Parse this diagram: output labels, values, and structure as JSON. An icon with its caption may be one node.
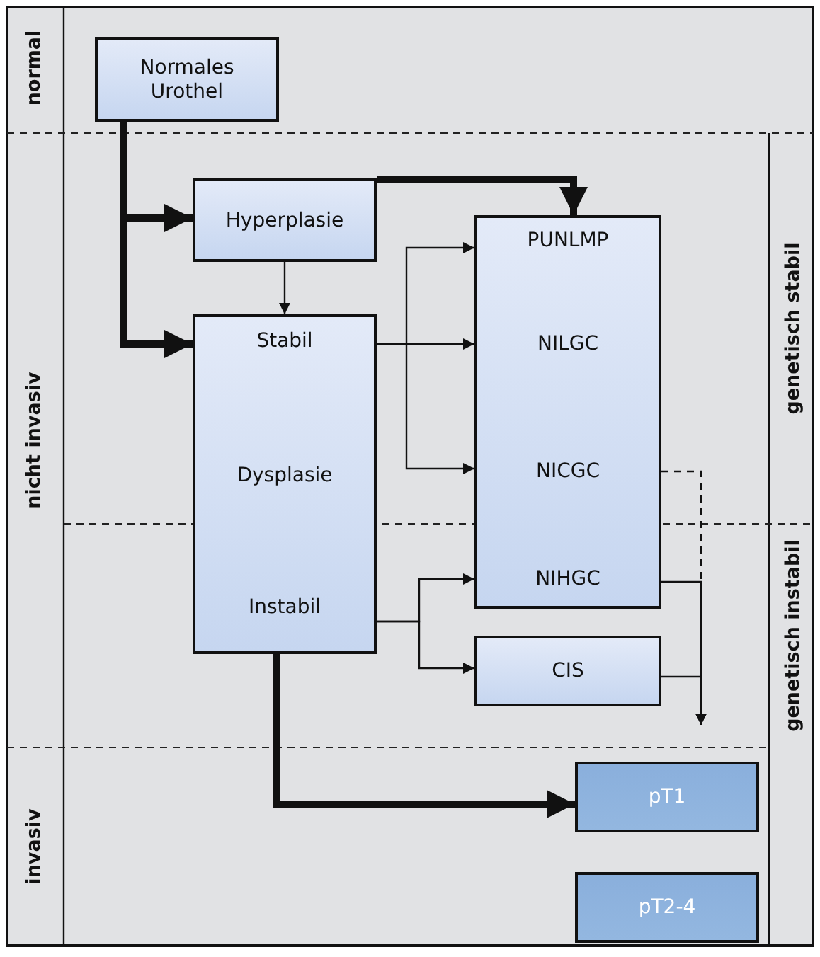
{
  "diagram": {
    "nodes": [
      {
        "text": [
          "Normales Urothel"
        ]
      },
      {
        "text": [
          "Hyperplasie"
        ]
      },
      {
        "text": [
          "Stabil",
          "Dysplasie",
          "Instabil"
        ]
      },
      {
        "text": [
          "PUNLMP",
          "NILGC",
          "NICGC",
          "NIHGC"
        ]
      },
      {
        "text": [
          "CIS"
        ]
      },
      {
        "text": [
          "pT1"
        ]
      },
      {
        "text": [
          "pT2-4"
        ]
      }
    ],
    "edges": [
      {
        "from": 0,
        "to": 1,
        "arrow": "to",
        "style": "thick"
      },
      {
        "from": 0,
        "to": 2,
        "arrow": "to",
        "style": "thick"
      },
      {
        "from": 1,
        "to": 3,
        "arrow": "to",
        "style": "thick"
      },
      {
        "from": 1,
        "to": 2,
        "arrow": "to"
      },
      {
        "from": 2,
        "to": 3,
        "arrow": "to"
      },
      {
        "from": 2,
        "to": 3,
        "arrow": "to"
      },
      {
        "from": 2,
        "to": 3,
        "arrow": "to"
      },
      {
        "from": 2,
        "to": 3,
        "arrow": "to"
      },
      {
        "from": 2,
        "to": 4,
        "arrow": "to"
      },
      {
        "from": 3,
        "to": null,
        "arrow": "to",
        "style": "dashed"
      },
      {
        "from": 3,
        "to": null,
        "arrow": "to"
      },
      {
        "from": 4,
        "to": null,
        "arrow": "to"
      },
      {
        "from": 2,
        "to": 5,
        "arrow": "to",
        "style": "thick"
      }
    ],
    "labels": [
      "normal",
      "nicht invasiv",
      "genetisch stabil",
      "genetisch instabil",
      "invasiv"
    ]
  }
}
